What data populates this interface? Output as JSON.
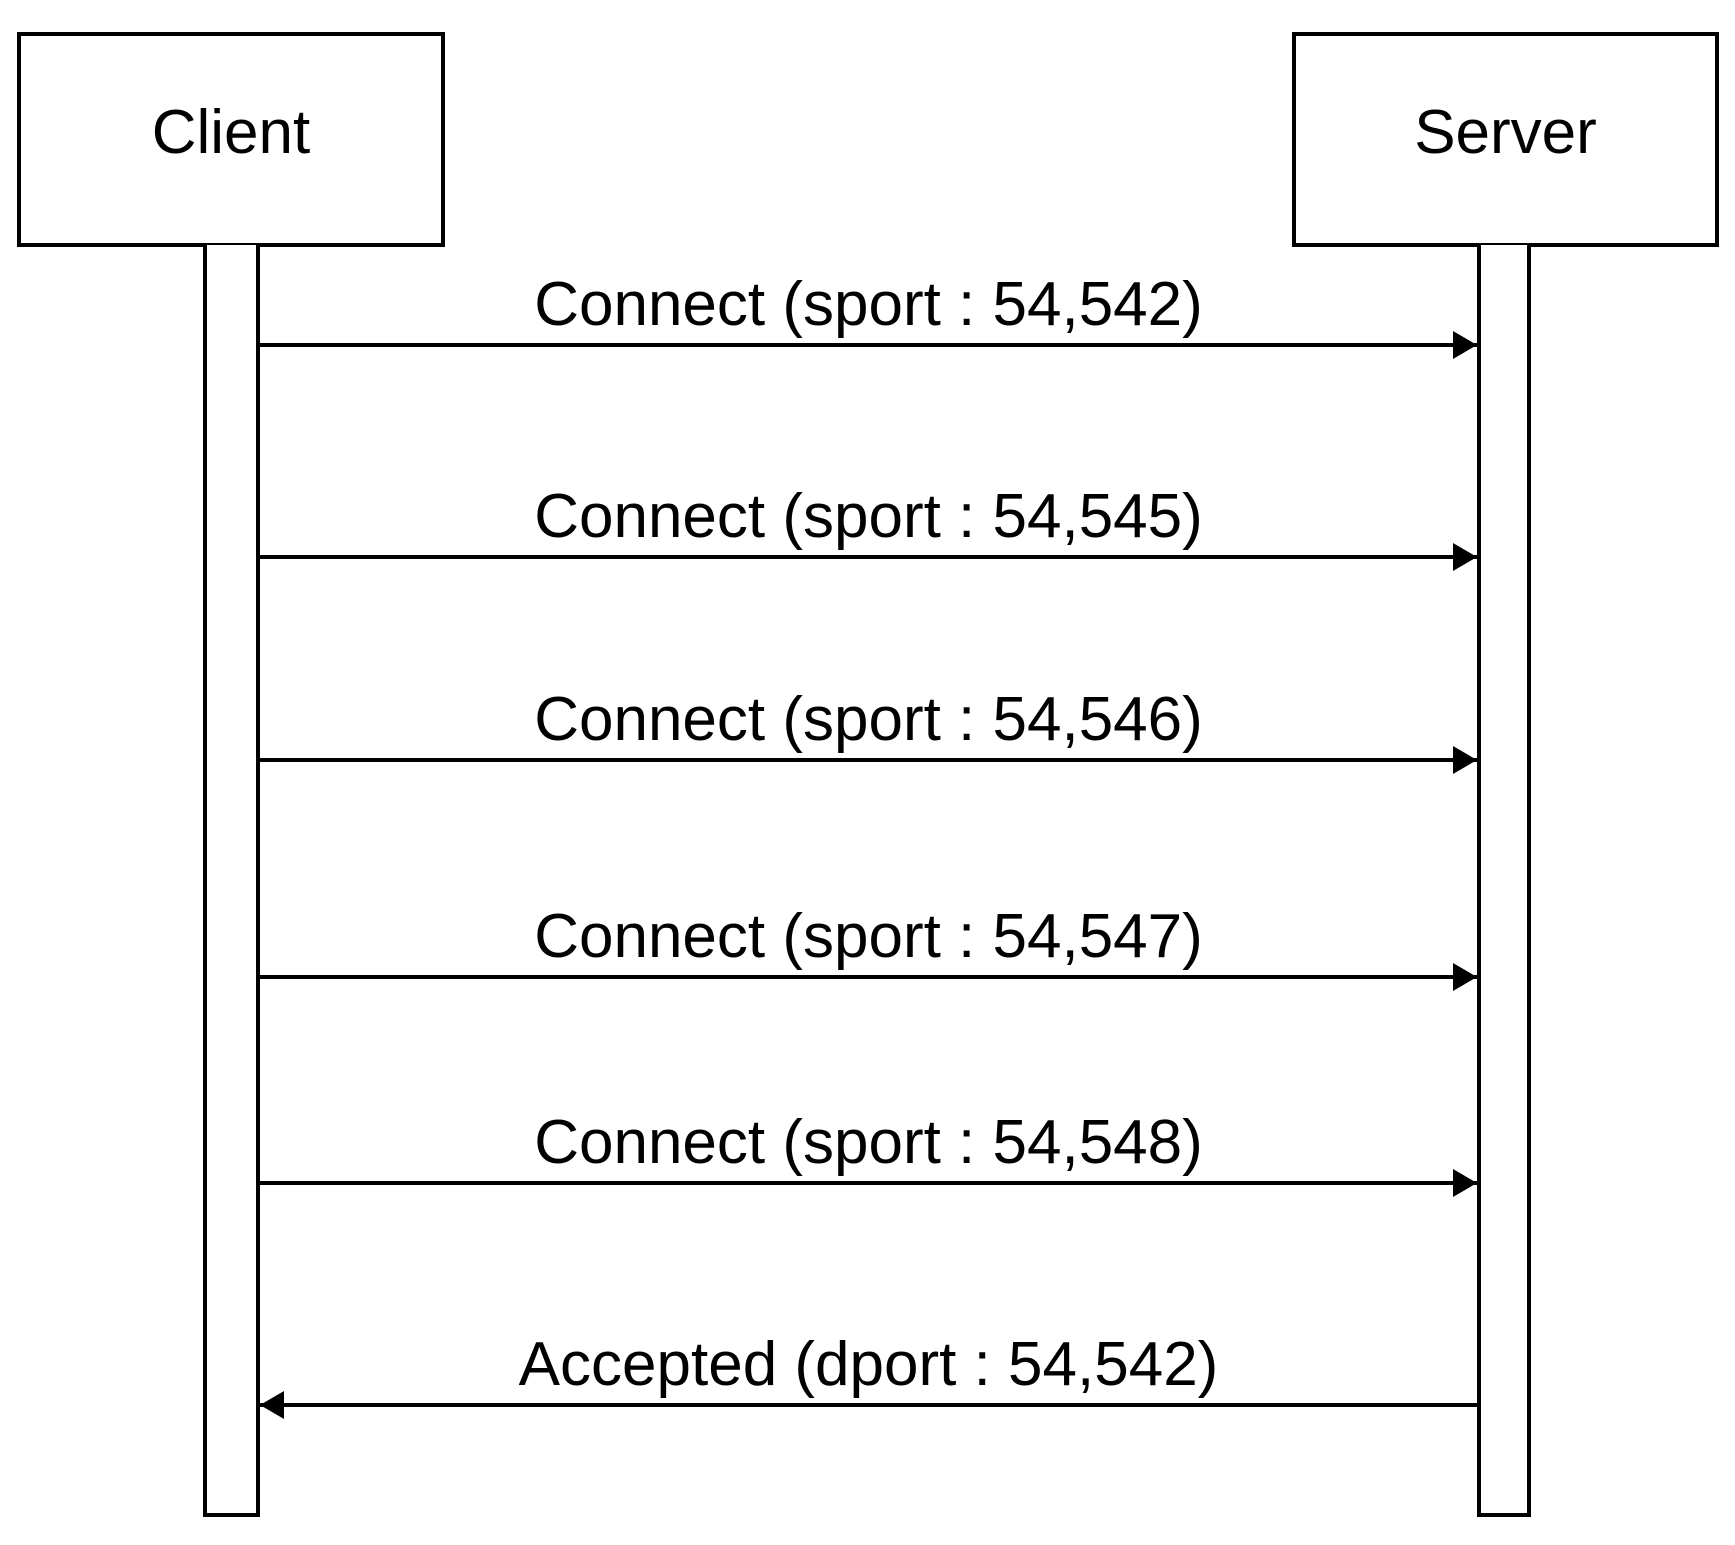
{
  "diagram": {
    "type": "sequence",
    "colors": {
      "stroke": "#000000",
      "text": "#000000",
      "fill": "#ffffff",
      "background": "#ffffff"
    },
    "actors": [
      {
        "id": "client",
        "label": "Client"
      },
      {
        "id": "server",
        "label": "Server"
      }
    ],
    "messages": [
      {
        "label": "Connect (sport : 54,542)",
        "from": "Client",
        "to": "Server",
        "direction": "right"
      },
      {
        "label": "Connect (sport : 54,545)",
        "from": "Client",
        "to": "Server",
        "direction": "right"
      },
      {
        "label": "Connect (sport : 54,546)",
        "from": "Client",
        "to": "Server",
        "direction": "right"
      },
      {
        "label": "Connect (sport : 54,547)",
        "from": "Client",
        "to": "Server",
        "direction": "right"
      },
      {
        "label": "Connect (sport : 54,548)",
        "from": "Client",
        "to": "Server",
        "direction": "right"
      },
      {
        "label": "Accepted (dport : 54,542)",
        "from": "Server",
        "to": "Client",
        "direction": "left"
      }
    ]
  }
}
